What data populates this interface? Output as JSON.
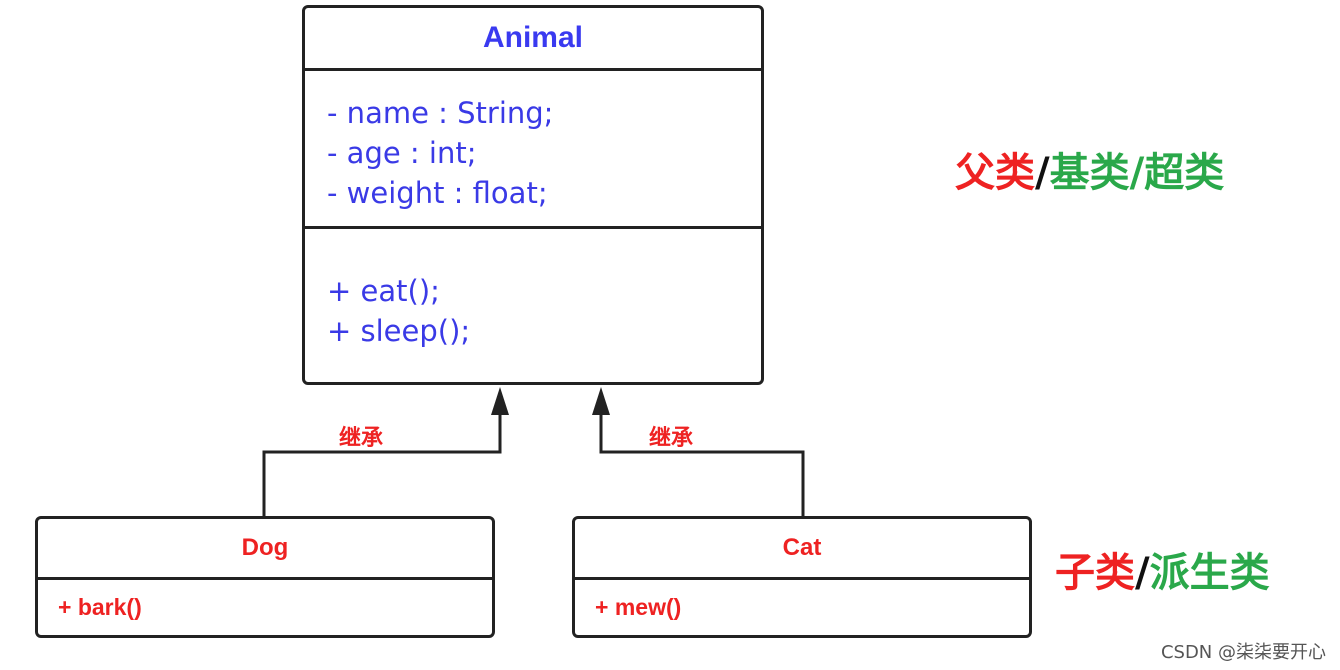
{
  "parent_class": {
    "name": "Animal",
    "attributes": [
      "- name : String;",
      "- age : int;",
      "- weight : float;"
    ],
    "methods": [
      "+ eat();",
      "+ sleep();"
    ]
  },
  "child_classes": [
    {
      "name": "Dog",
      "method": "+ bark()"
    },
    {
      "name": "Cat",
      "method": "+ mew()"
    }
  ],
  "relation_label": "继承",
  "parent_label": {
    "part1": "父类",
    "slash1": "/",
    "part2": "基类",
    "slash2": "/",
    "part3": "超类"
  },
  "child_label": {
    "part1": "子类",
    "slash1": "/",
    "part2": "派生类"
  },
  "watermark": "CSDN @柒柒要开心",
  "colors": {
    "class_text_blue": "#3a3af0",
    "child_red": "#ee2222",
    "label_green": "#2aa84a"
  }
}
